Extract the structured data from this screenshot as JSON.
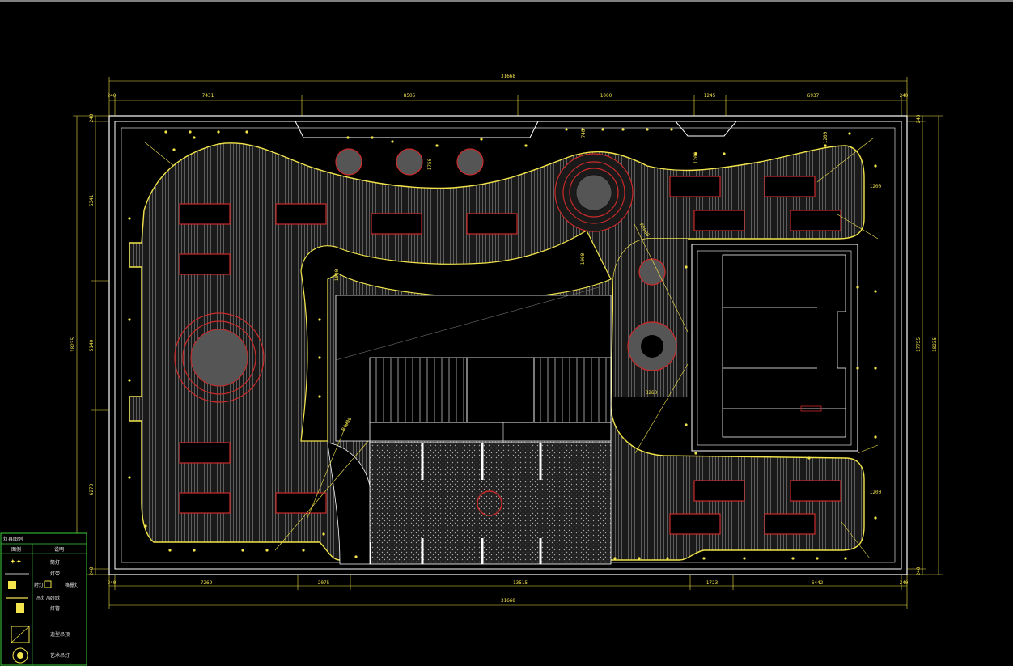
{
  "drawing": {
    "top_dimensions": {
      "overall": "31668",
      "segments": [
        "240",
        "7431",
        "8505",
        "1000",
        "1245",
        "6937",
        "240"
      ]
    },
    "bottom_dimensions": {
      "overall": "31668",
      "segments": [
        "240",
        "7269",
        "2075",
        "13515",
        "1723",
        "6442",
        "240"
      ]
    },
    "left_dimensions": {
      "overall": "18235",
      "segments": [
        "240",
        "6341",
        "5140",
        "6270",
        "240"
      ]
    },
    "right_dimensions": {
      "overall": "18235",
      "inner": "17755",
      "segments": [
        "240",
        "240"
      ]
    },
    "interior_labels": [
      "1200",
      "1200",
      "1200",
      "1200",
      "3260",
      "1750",
      "1000",
      "1000",
      "740",
      "R5000",
      "R4000"
    ]
  },
  "legend": {
    "title": "灯具图例",
    "header": [
      "图例",
      "说明"
    ],
    "rows": [
      {
        "symbol": "light-icon",
        "label": "筒灯"
      },
      {
        "symbol": "line-icon",
        "label": "灯带"
      },
      {
        "symbol": "square-icon",
        "label": "射灯"
      },
      {
        "symbol": "grid-icon",
        "label": "格栅灯"
      },
      {
        "symbol": "bar-icon",
        "label": "吊灯/吸顶灯"
      },
      {
        "symbol": "tube-icon",
        "label": "灯管"
      },
      {
        "symbol": "hatch-box-icon",
        "label": "造型吊顶"
      },
      {
        "symbol": "chandelier-icon",
        "label": "艺术吊灯"
      }
    ]
  },
  "colors": {
    "background": "#000000",
    "outline": "#ffffff",
    "dimension": "#f2e44a",
    "table": "#cc2a2a",
    "fixture": "#555555",
    "legend_border": "#3ccf3c"
  }
}
